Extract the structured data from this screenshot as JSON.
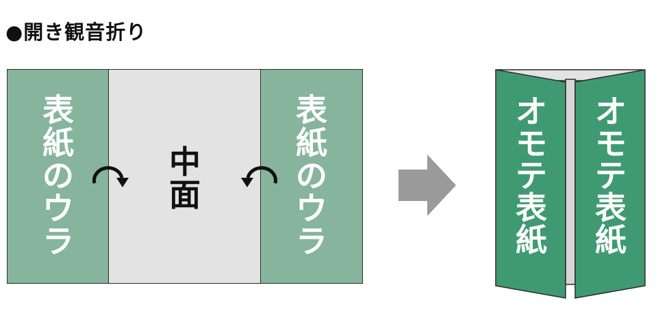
{
  "title": "●開き観音折り",
  "flat_layout": {
    "left_flap_label": "表紙のウラ",
    "center_label": "中面",
    "right_flap_label": "表紙のウラ"
  },
  "folded_result": {
    "left_panel_label": "オモテ表紙",
    "right_panel_label": "オモテ表紙"
  },
  "colors": {
    "flap_fill": "#86b49d",
    "center_fill": "#e3e3e3",
    "cover_fill": "#3f9a72",
    "arrow_gray": "#9a9a9a",
    "curve_black": "#111111"
  }
}
